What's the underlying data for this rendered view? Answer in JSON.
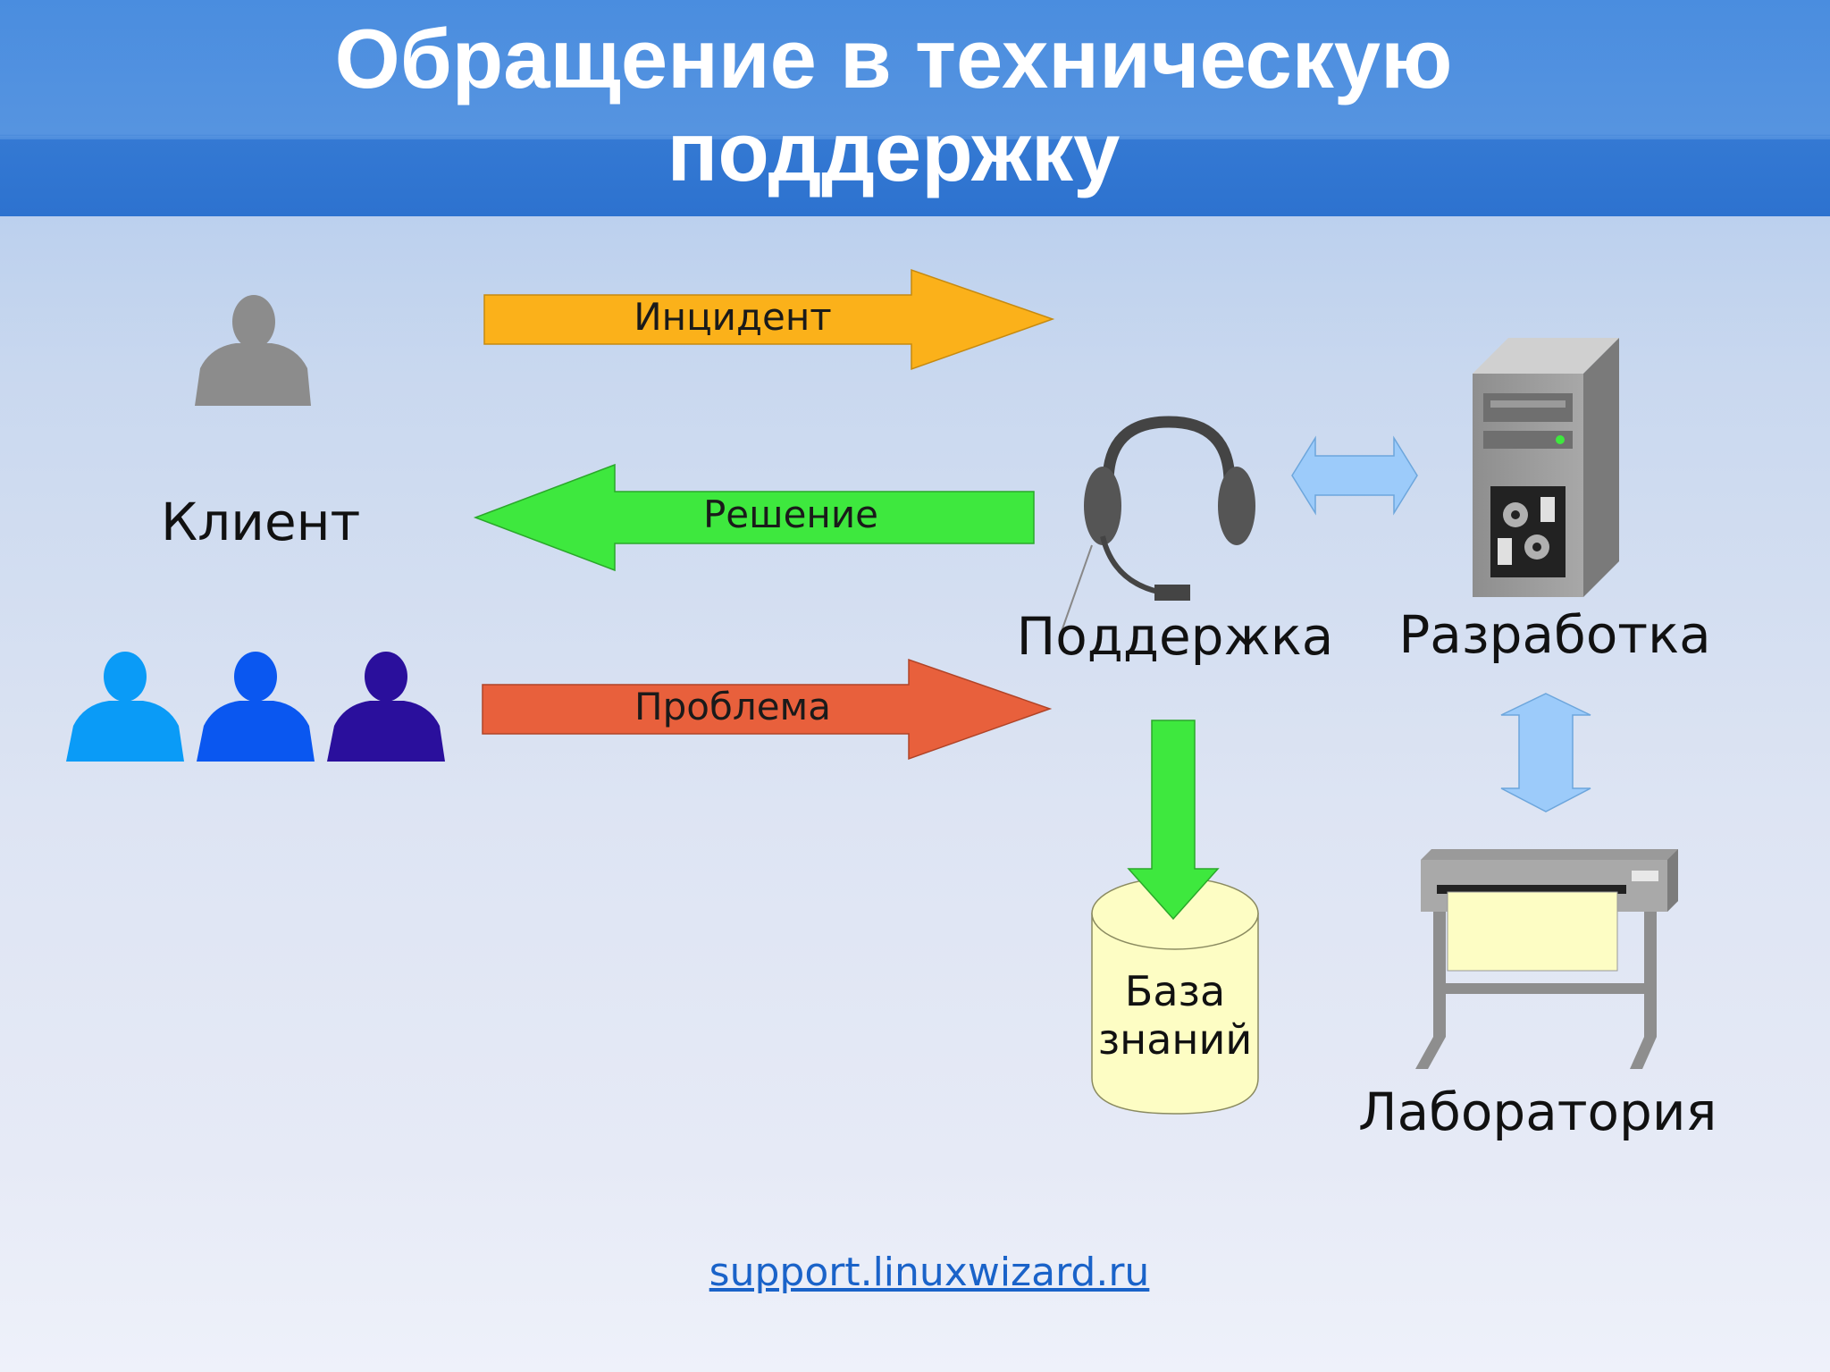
{
  "header": {
    "title_line1": "Обращение в техническую",
    "title_line2": "поддержку"
  },
  "nodes": {
    "client": "Клиент",
    "support": "Поддержка",
    "development": "Разработка",
    "laboratory": "Лаборатория",
    "knowledge_base_line1": "База",
    "knowledge_base_line2": "знаний"
  },
  "arrows": {
    "incident": "Инцидент",
    "solution": "Решение",
    "problem": "Проблема"
  },
  "footer": {
    "link": "support.linuxwizard.ru"
  },
  "colors": {
    "incident": "#fbb11a",
    "solution": "#3ee83e",
    "problem": "#e8603c",
    "double_arrow": "#9ccbfa",
    "client_gray": "#8c8c8c",
    "client_1": "#0a9bf7",
    "client_2": "#0a57f0",
    "client_3": "#2a0f9c"
  },
  "icons": {
    "single_client": "person-icon",
    "client_group": "people-group-icon",
    "support": "headset-icon",
    "development": "server-tower-icon",
    "laboratory": "plotter-icon",
    "knowledge_base": "database-cylinder-icon"
  }
}
